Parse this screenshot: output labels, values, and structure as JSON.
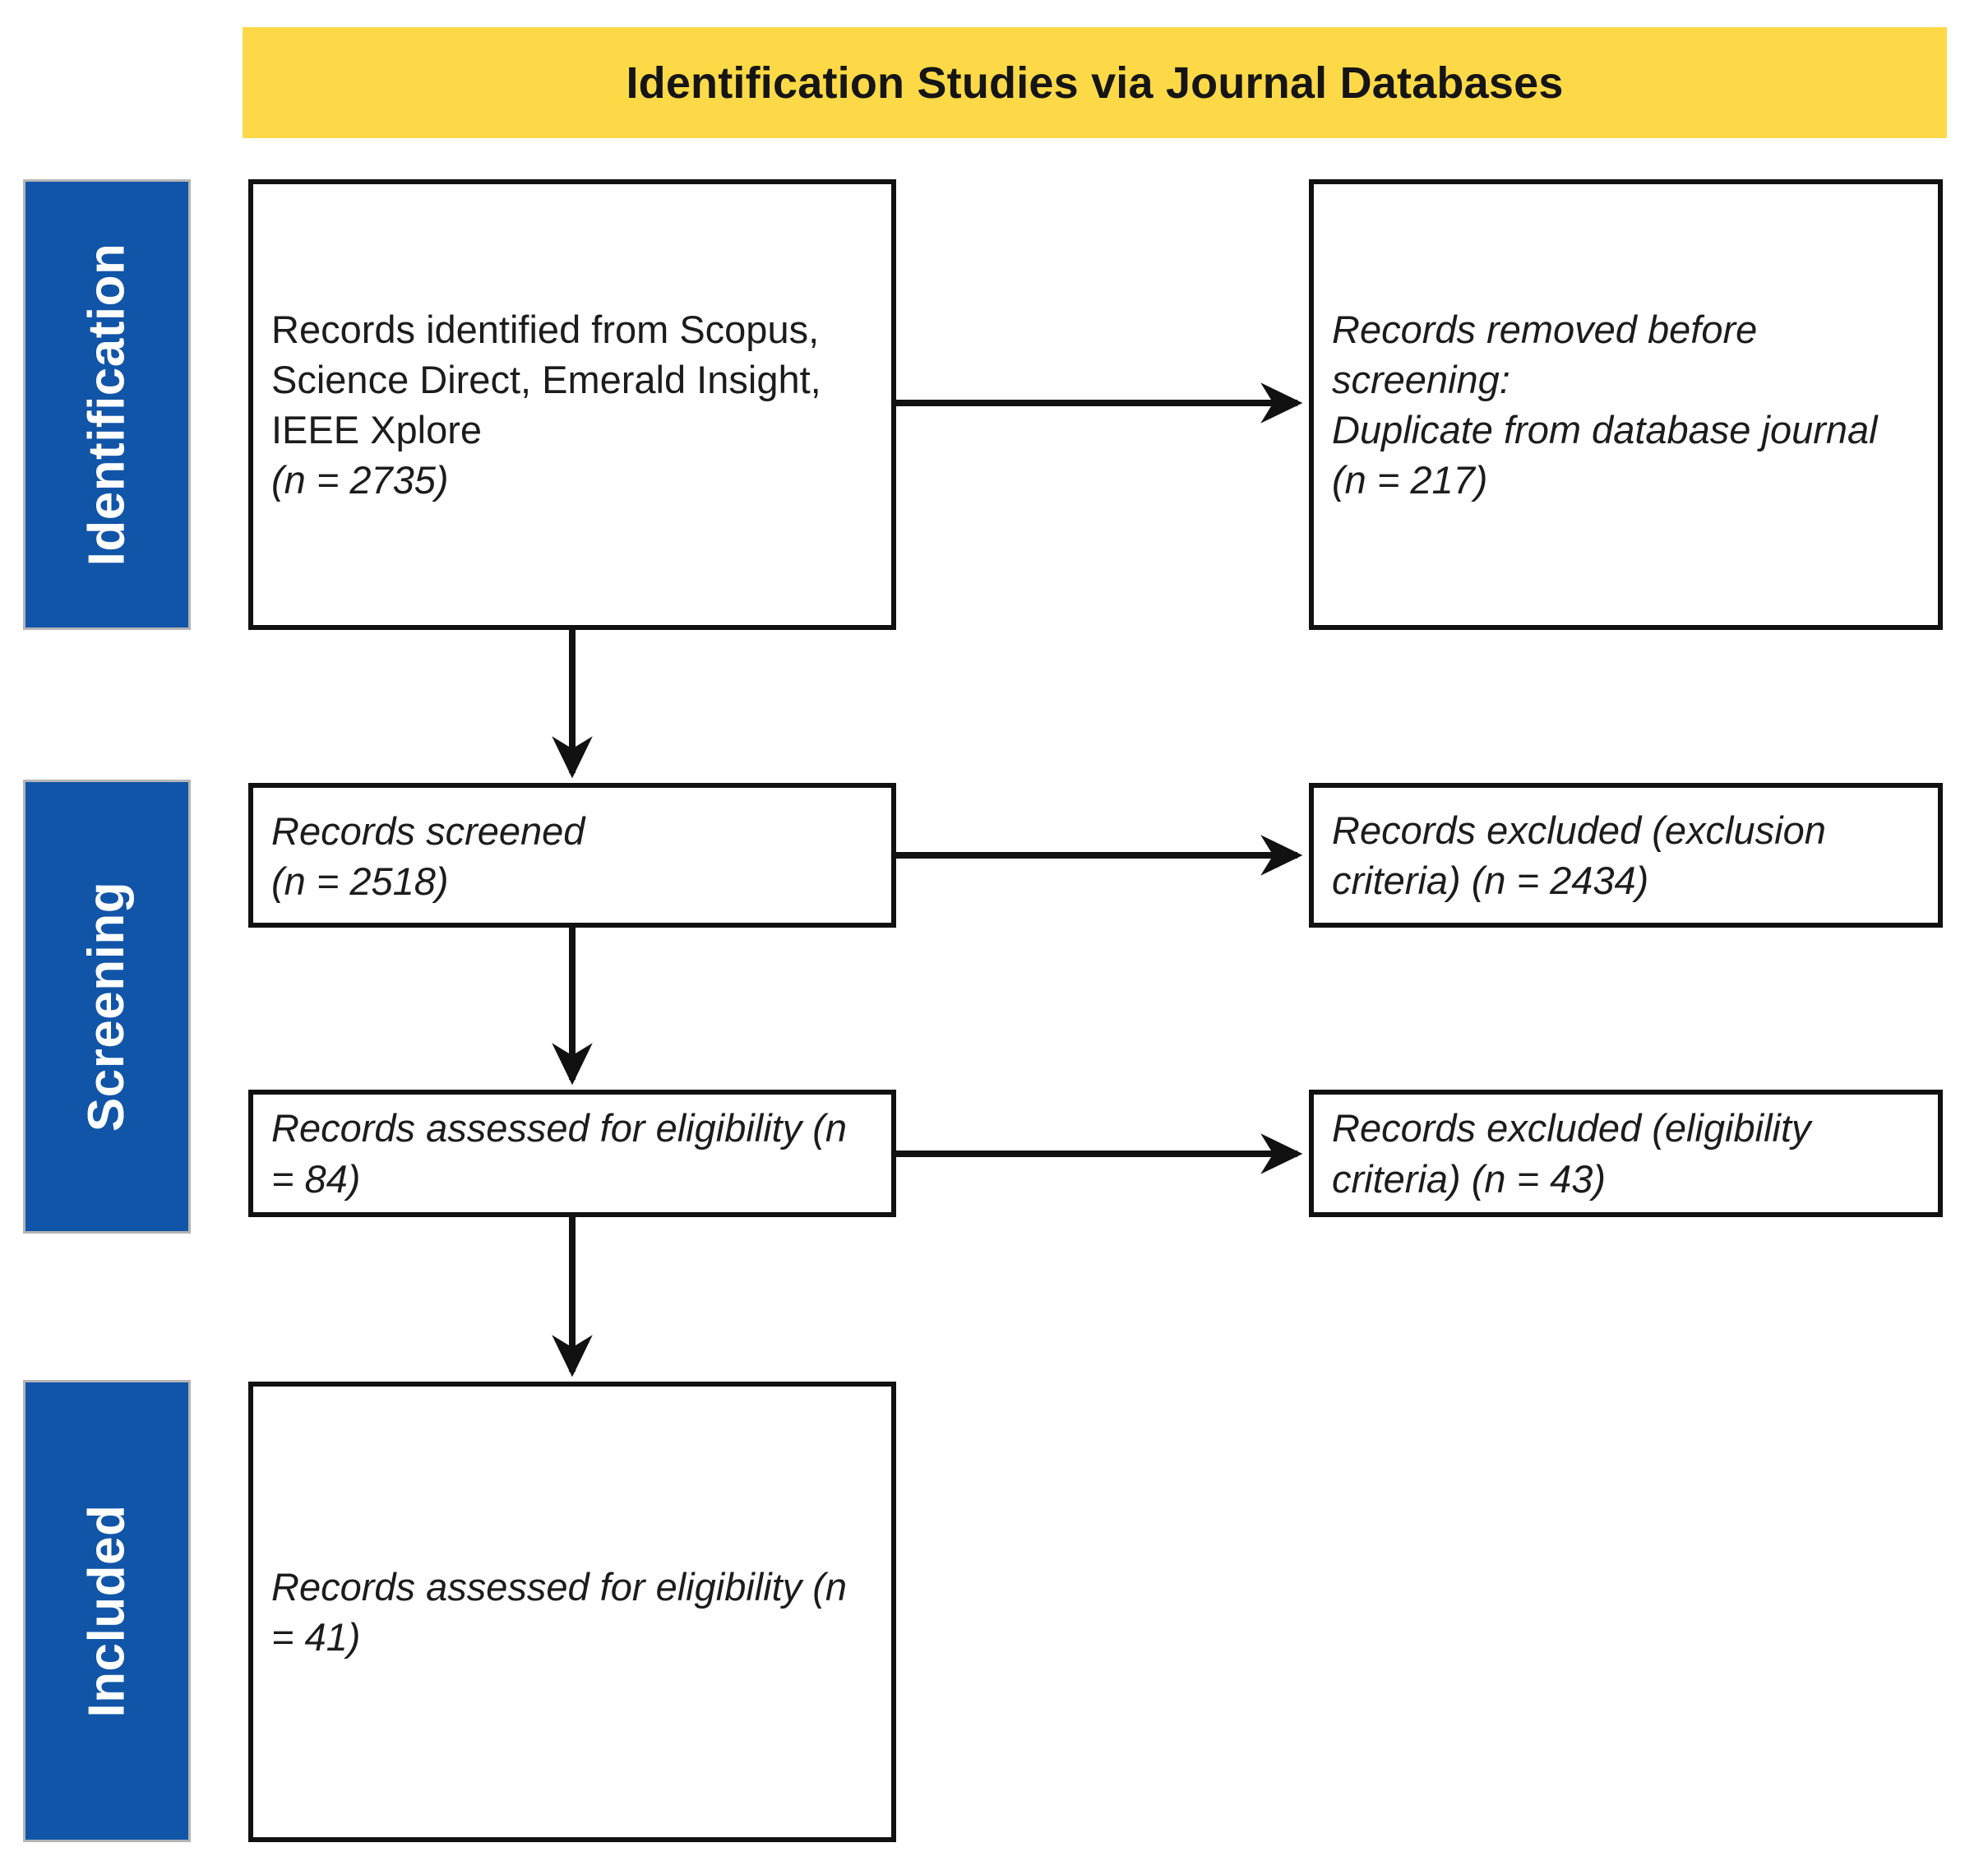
{
  "diagram": {
    "type": "prisma-flow-diagram",
    "title": "Identification Studies via Journal Databases",
    "banner_color": "#FDD947",
    "stage_color": "#1155A8",
    "box_border_color": "#111111",
    "background": "#FFFFFF"
  },
  "stages": [
    {
      "id": "identification",
      "label": "Identification"
    },
    {
      "id": "screening",
      "label": "Screening"
    },
    {
      "id": "included",
      "label": "Included"
    }
  ],
  "boxes": {
    "identified": {
      "text": "Records identified from Scopus, Science Direct, Emerald Insight, IEEE Xplore",
      "count_label": "(n = 2735)",
      "n": 2735,
      "style": "regular"
    },
    "removed": {
      "text": "Records removed before screening:\nDuplicate from database journal",
      "count_label": "(n =  217)",
      "n": 217,
      "style": "italic"
    },
    "screened": {
      "text": "Records screened",
      "count_label": "(n = 2518)",
      "n": 2518,
      "style": "italic"
    },
    "excluded_screening": {
      "text": "Records excluded (exclusion criteria) (n = 2434)",
      "n": 2434,
      "style": "italic"
    },
    "eligibility": {
      "text": "Records assessed for eligibility (n = 84)",
      "n": 84,
      "style": "italic"
    },
    "excluded_eligibility": {
      "text": "Records excluded (eligibility criteria) (n = 43)",
      "n": 43,
      "style": "italic"
    },
    "included": {
      "text": "Records assessed for eligibility (n = 41)",
      "n": 41,
      "style": "italic"
    }
  },
  "chart_data": {
    "type": "diagram",
    "title": "Identification Studies via Journal Databases",
    "nodes": [
      {
        "id": "identified",
        "stage": "Identification",
        "label": "Records identified from Scopus, Science Direct, Emerald Insight, IEEE Xplore",
        "n": 2735
      },
      {
        "id": "removed",
        "stage": "Identification",
        "label": "Records removed before screening: Duplicate from database journal",
        "n": 217
      },
      {
        "id": "screened",
        "stage": "Screening",
        "label": "Records screened",
        "n": 2518
      },
      {
        "id": "excluded_screening",
        "stage": "Screening",
        "label": "Records excluded (exclusion criteria)",
        "n": 2434
      },
      {
        "id": "eligibility",
        "stage": "Screening",
        "label": "Records assessed for eligibility",
        "n": 84
      },
      {
        "id": "excluded_eligibility",
        "stage": "Screening",
        "label": "Records excluded (eligibility criteria)",
        "n": 43
      },
      {
        "id": "included",
        "stage": "Included",
        "label": "Records assessed for eligibility",
        "n": 41
      }
    ],
    "edges": [
      {
        "from": "identified",
        "to": "removed",
        "direction": "right"
      },
      {
        "from": "identified",
        "to": "screened",
        "direction": "down"
      },
      {
        "from": "screened",
        "to": "excluded_screening",
        "direction": "right"
      },
      {
        "from": "screened",
        "to": "eligibility",
        "direction": "down"
      },
      {
        "from": "eligibility",
        "to": "excluded_eligibility",
        "direction": "right"
      },
      {
        "from": "eligibility",
        "to": "included",
        "direction": "down"
      }
    ]
  }
}
